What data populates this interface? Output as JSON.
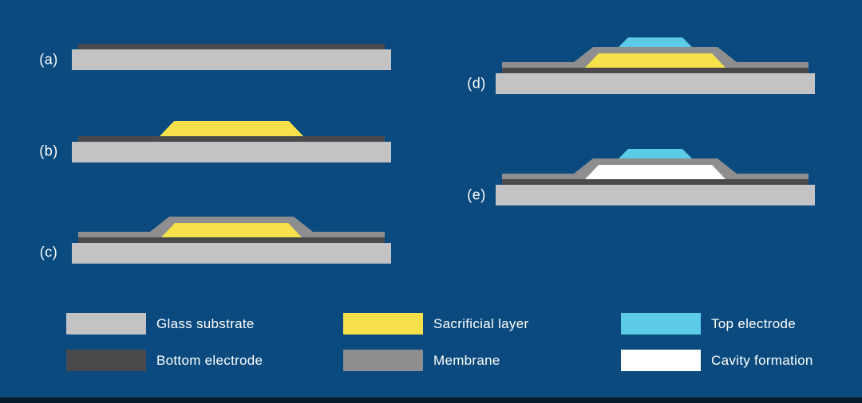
{
  "figure": {
    "description": "Microfabrication process cross-section diagram, steps (a) to (e)"
  },
  "colors": {
    "background": "#0B4A7E",
    "glass_substrate": "#C3C3C5",
    "bottom_electrode": "#4A4A4C",
    "sacrificial_layer": "#F6E14B",
    "membrane": "#8E8E90",
    "top_electrode": "#5BCBE8",
    "cavity": "#FFFFFF",
    "text": "#FFFFFF",
    "footer_bar": "#061B2C"
  },
  "steps": [
    {
      "label": "(a)",
      "layers": [
        "glass_substrate",
        "bottom_electrode"
      ]
    },
    {
      "label": "(b)",
      "layers": [
        "glass_substrate",
        "bottom_electrode",
        "sacrificial_layer"
      ]
    },
    {
      "label": "(c)",
      "layers": [
        "glass_substrate",
        "bottom_electrode",
        "membrane",
        "sacrificial_layer"
      ]
    },
    {
      "label": "(d)",
      "layers": [
        "glass_substrate",
        "bottom_electrode",
        "membrane",
        "sacrificial_layer",
        "top_electrode"
      ]
    },
    {
      "label": "(e)",
      "layers": [
        "glass_substrate",
        "bottom_electrode",
        "membrane",
        "cavity",
        "top_electrode"
      ]
    }
  ],
  "legend": {
    "items": [
      {
        "label": "Glass substrate",
        "color_key": "glass_substrate"
      },
      {
        "label": "Sacrificial layer",
        "color_key": "sacrificial_layer"
      },
      {
        "label": "Top electrode",
        "color_key": "top_electrode"
      },
      {
        "label": "Bottom electrode",
        "color_key": "bottom_electrode"
      },
      {
        "label": "Membrane",
        "color_key": "membrane"
      },
      {
        "label": "Cavity formation",
        "color_key": "cavity"
      }
    ]
  }
}
